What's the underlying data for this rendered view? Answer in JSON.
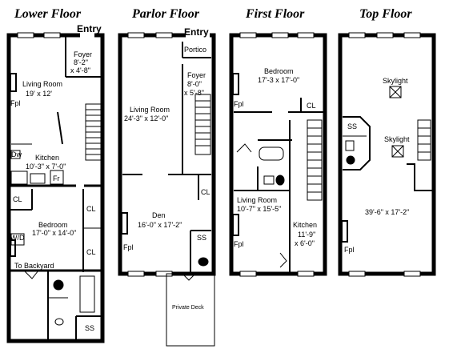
{
  "floors": [
    {
      "title": "Lower Floor"
    },
    {
      "title": "Parlor Floor"
    },
    {
      "title": "First Floor"
    },
    {
      "title": "Top Floor"
    }
  ],
  "entries": [
    "Entry",
    "Entry"
  ],
  "lower": {
    "foyer_name": "Foyer",
    "foyer_dim1": "8'-2\"",
    "foyer_dim2": "x 4'-8\"",
    "living_name": "Living Room",
    "living_dim": "19' x 12'",
    "fpl": "Fpl",
    "dw": "Dw",
    "kitchen_name": "Kitchen",
    "kitchen_dim": "10'-3\" x 7'-0\"",
    "fr": "Fr",
    "cl1": "CL",
    "cl2": "CL",
    "cl3": "CL",
    "bedroom_name": "Bedroom",
    "bedroom_dim": "17'-0\" x 14'-0\"",
    "wd": "W/D",
    "backyard": "To Backyard",
    "ss": "SS"
  },
  "parlor": {
    "portico": "Portico",
    "foyer_name": "Foyer",
    "foyer_dim": "8'-0\"",
    "foyer_dim2": "x 5'-8\"",
    "living_name": "Living Room",
    "living_dim": "24'-3\" x 12'-0\"",
    "cl": "CL",
    "den_name": "Den",
    "den_dim": "16'-0\" x 17'-2\"",
    "fpl": "Fpl",
    "ss": "SS",
    "deck": "Private Deck"
  },
  "first": {
    "bedroom_name": "Bedroom",
    "bedroom_dim": "17'-3 x 17'-0\"",
    "fpl": "Fpl",
    "cl": "CL",
    "living_name": "Living Room",
    "living_dim": "10'-7\" x 15'-5\"",
    "kitchen_name": "Kitchen",
    "kitchen_dim": "11'-9\"",
    "kitchen_dim2": "x 6'-0\"",
    "fpl2": "Fpl"
  },
  "top": {
    "skylight1": "Skylight",
    "skylight2": "Skylight",
    "ss": "SS",
    "room_dim": "39'-6\" x 17'-2\"",
    "fpl": "Fpl"
  }
}
